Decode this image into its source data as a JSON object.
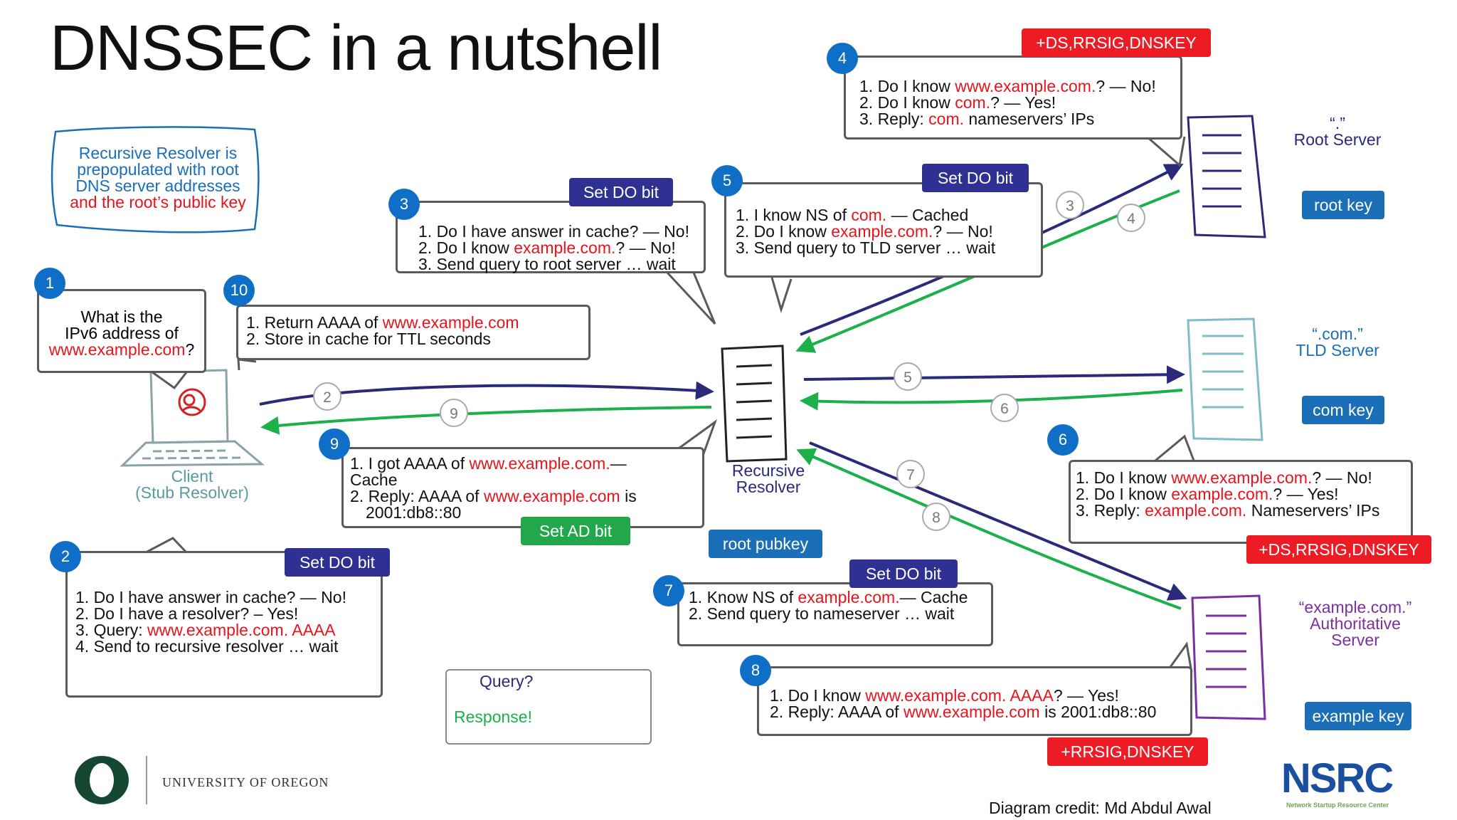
{
  "title": "DNSSEC in a nutshell",
  "note": {
    "line1": "Recursive Resolver is",
    "line2": "prepopulated with root",
    "line3": "DNS server addresses",
    "line4": "and the root’s public key"
  },
  "step1": {
    "num": "1",
    "line1": "What is the",
    "line2": "IPv6 address of",
    "line3_red": "www.example.com",
    "line3_end": "?"
  },
  "step10": {
    "num": "10",
    "l1a": "1. Return AAAA of ",
    "l1r": "www.example.com",
    "l2": "2. Store in cache for TTL seconds"
  },
  "step3": {
    "num": "3",
    "tag": "Set DO bit",
    "l1": "1. Do I have answer in cache? — No!",
    "l2a": "2. Do I know ",
    "l2r": "example.com.",
    "l2b": "? — No!",
    "l3": "3. Send query to root server … wait"
  },
  "step5": {
    "num": "5",
    "tag": "Set DO bit",
    "l1a": "1. I know NS of ",
    "l1r": "com.",
    "l1b": " — Cached",
    "l2a": "2. Do I know ",
    "l2r": "example.com.",
    "l2b": "? — No!",
    "l3": "3. Send query to TLD server … wait"
  },
  "step4": {
    "num": "4",
    "tag": "+DS,RRSIG,DNSKEY",
    "l1a": "1. Do I know ",
    "l1r": "www.example.com.",
    "l1b": "? — No!",
    "l2a": "2. Do I know ",
    "l2r": "com.",
    "l2b": "? — Yes!",
    "l3a": "3. Reply: ",
    "l3r": "com.",
    "l3b": " nameservers’ IPs"
  },
  "step9": {
    "num": "9",
    "tag": "Set AD bit",
    "l1a": "1. I got AAAA of ",
    "l1r": "www.example.com.",
    "l1b": "—",
    "l1c": "Cache",
    "l2a": "2. Reply: AAAA of ",
    "l2r": "www.example.com",
    "l2b": " is",
    "l3": "2001:db8::80"
  },
  "step2": {
    "num": "2",
    "tag": "Set DO bit",
    "l1": "1. Do I have answer in cache? — No!",
    "l2": "2. Do I have a resolver? – Yes!",
    "l3a": "3. Query: ",
    "l3r": "www.example.com. AAAA",
    "l4": "4. Send to recursive resolver … wait"
  },
  "step6": {
    "num": "6",
    "tag": "+DS,RRSIG,DNSKEY",
    "l1a": "1. Do I know ",
    "l1r": "www.example.com.",
    "l1b": "? — No!",
    "l2a": "2. Do I know ",
    "l2r": "example.com.",
    "l2b": "? — Yes!",
    "l3a": "3. Reply: ",
    "l3r": "example.com.",
    "l3b": " Nameservers’ IPs"
  },
  "step7": {
    "num": "7",
    "tag": "Set DO bit",
    "tag2": "root pubkey",
    "l1a": "1. Know NS of ",
    "l1r": "example.com.",
    "l1b": "— Cache",
    "l2": "2. Send query to nameserver … wait"
  },
  "step8": {
    "num": "8",
    "tag": "+RRSIG,DNSKEY",
    "l1a": "1. Do I know ",
    "l1r": "www.example.com. AAAA",
    "l1b": "? — Yes!",
    "l2a": "2. Reply: AAAA of ",
    "l2r": "www.example.com",
    "l2b": " is 2001:db8::80"
  },
  "client": {
    "line1": "Client",
    "line2": "(Stub Resolver)"
  },
  "resolver": {
    "line1": "Recursive",
    "line2": "Resolver"
  },
  "root": {
    "line1": "“.”",
    "line2": "Root Server",
    "key": "root key"
  },
  "tld": {
    "line1": "“.com.”",
    "line2": "TLD Server",
    "key": "com key"
  },
  "auth": {
    "line1": "“example.com.”",
    "line2": "Authoritative",
    "line3": "Server",
    "key": "example key"
  },
  "arrows": [
    "2",
    "9",
    "3",
    "4",
    "5",
    "6",
    "7",
    "8"
  ],
  "legend": {
    "query": "Query?",
    "response": "Response!"
  },
  "footer": {
    "university": "UNIVERSITY OF OREGON",
    "credit": "Diagram credit: Md Abdul Awal",
    "nsrc": "NSRC",
    "nsrc_sub": "Network Startup Resource Center"
  },
  "colors": {
    "query": "#2b2a7a",
    "response": "#1bb04a",
    "accent_red": "#e8141b",
    "tag_navy": "#2e3192",
    "num_blue": "#0f6fc6",
    "tld": "#7fbdc7",
    "auth": "#7b2fa0"
  }
}
